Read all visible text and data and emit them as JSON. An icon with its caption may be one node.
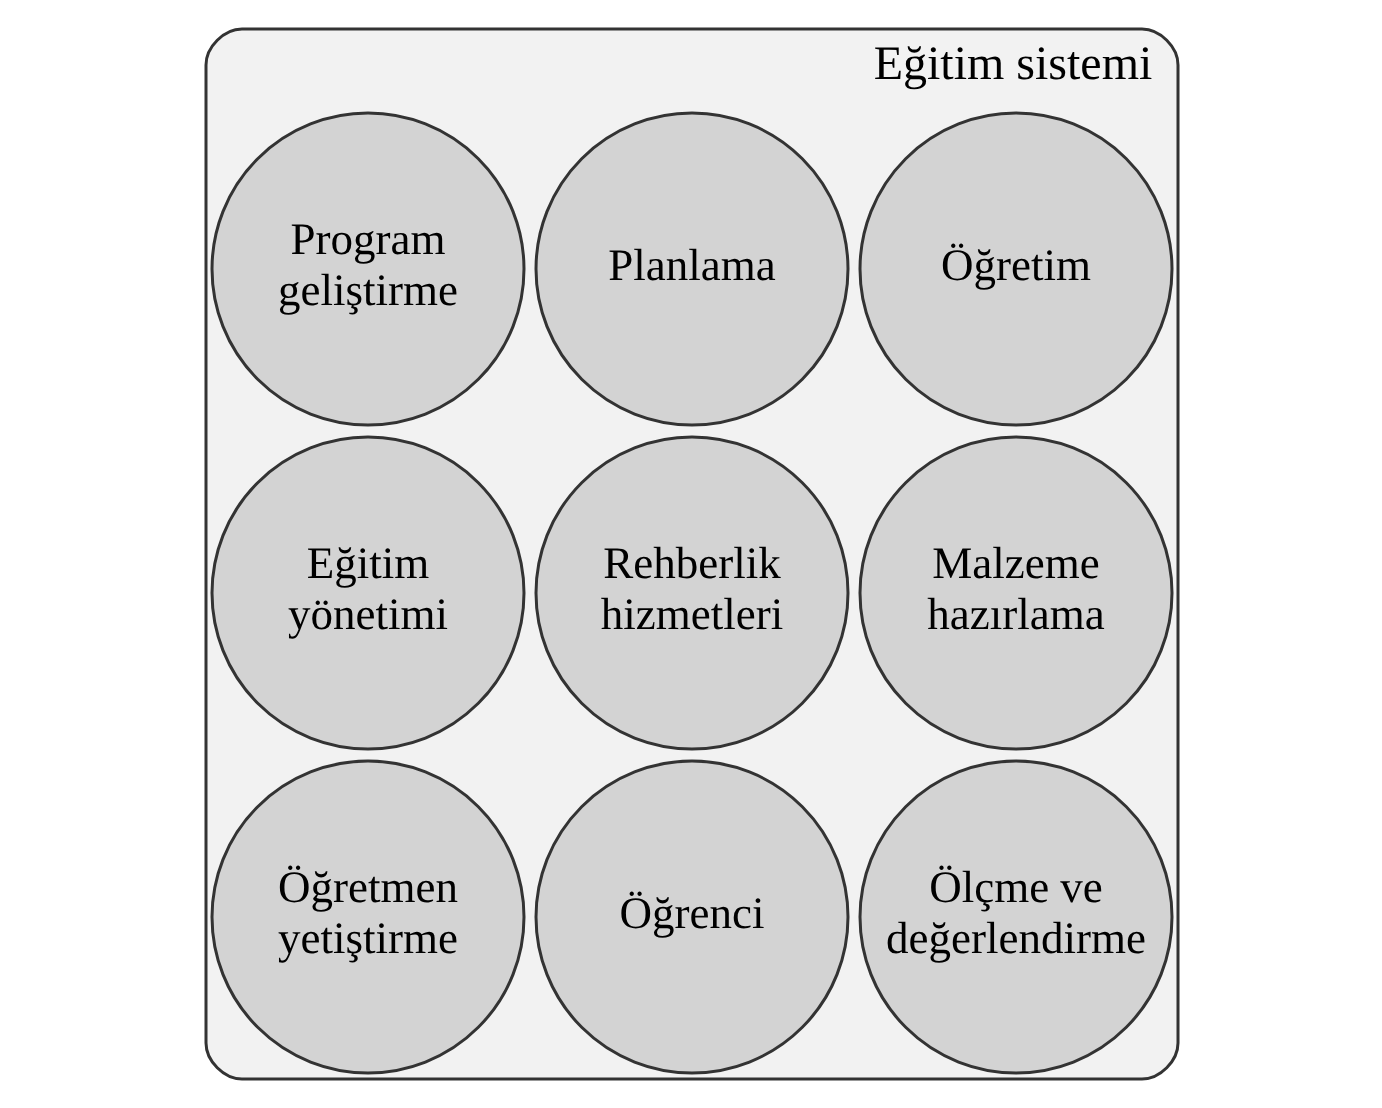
{
  "diagram": {
    "nodes": [
      {
        "text": [
          "Eğitim sistemi"
        ]
      },
      {
        "text": [
          "Program geliştirme"
        ],
        "in": 0
      },
      {
        "text": [
          "Planlama"
        ],
        "in": 0
      },
      {
        "text": [
          "Öğretim"
        ],
        "in": 0
      },
      {
        "text": [
          "Eğitim yönetimi"
        ],
        "in": 0
      },
      {
        "text": [
          "Rehberlik hizmetleri"
        ],
        "in": 0
      },
      {
        "text": [
          "Malzeme hazırlama"
        ],
        "in": 0
      },
      {
        "text": [
          "Öğretmen yetiştirme"
        ],
        "in": 0
      },
      {
        "text": [
          "Öğrenci"
        ],
        "in": 0
      },
      {
        "text": [
          "Ölçme ve değerlendirme"
        ],
        "in": 0
      }
    ]
  }
}
